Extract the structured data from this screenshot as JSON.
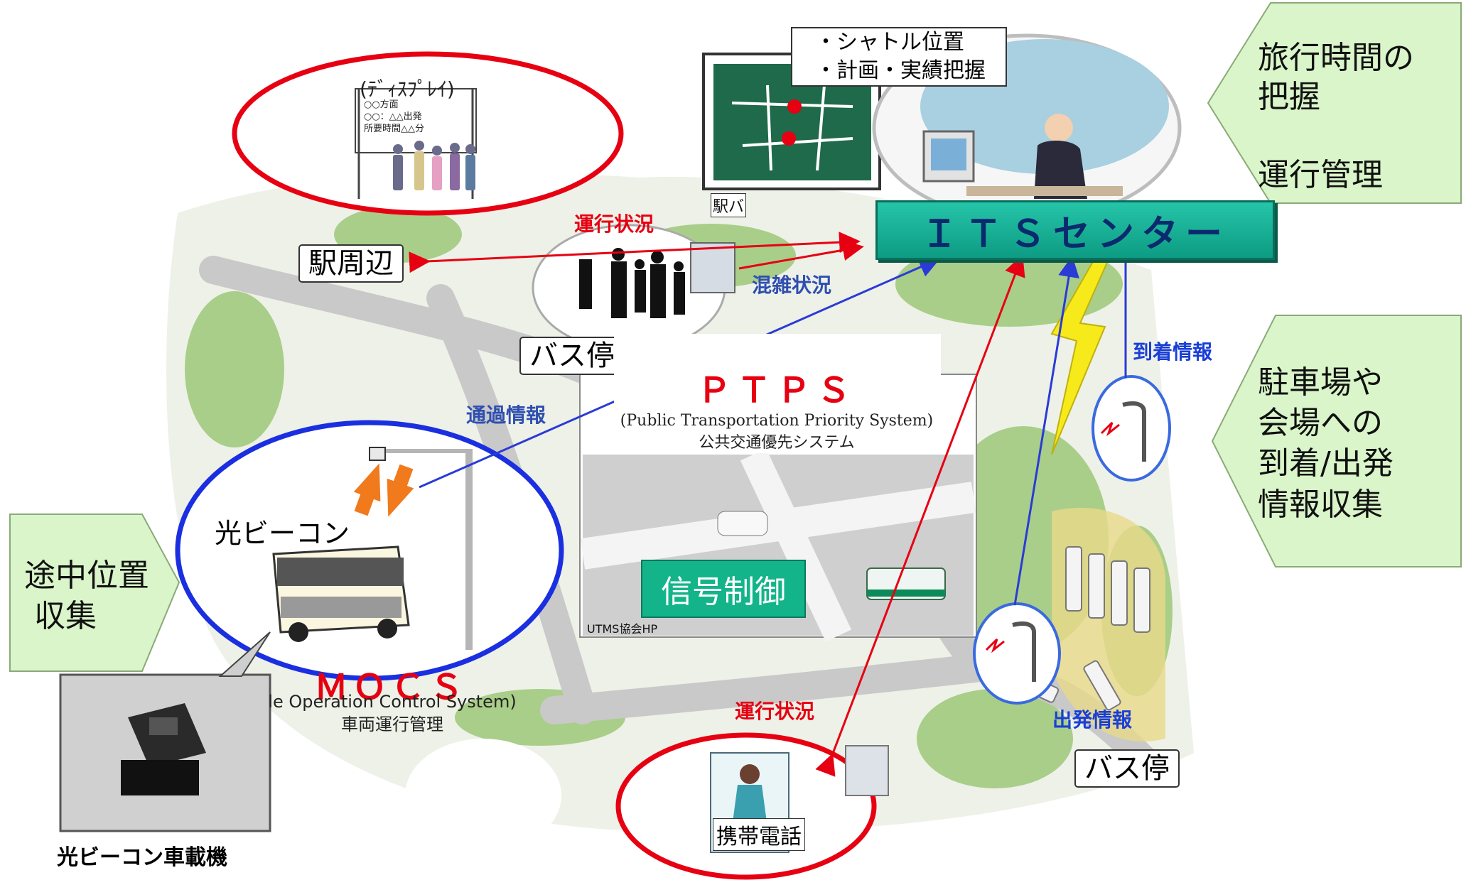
{
  "colors": {
    "red_arrow": "#e60012",
    "blue_arrow": "#2a3bd6",
    "callout_green": "#d9f5c9",
    "its_teal": "#14b48a"
  },
  "its_center": {
    "label": "ＩＴＳセンター"
  },
  "callouts": {
    "travel_time": "旅行時間の\n把握\n\n運行管理",
    "arrival_info": "駐車場や\n会場への\n到着/出発\n情報収集",
    "midway": "途中位置\n 収集"
  },
  "shuttle_box": {
    "line1": "・シャトル位置",
    "line2": "・計画・実績把握"
  },
  "display_sign": {
    "title": "(ﾃﾞｨｽﾌﾟﾚｲ)",
    "line1": "○○方面",
    "line2": "○○：△△出発",
    "line3": "所要時間△△分"
  },
  "places": {
    "station_area": "駅周辺",
    "bus_stop_top": "バス停",
    "bus_stop_bottom": "バス停",
    "station_bus_partial": "駅バ"
  },
  "flows": {
    "operation_status_top": "運行状況",
    "congestion": "混雑状況",
    "passing_info": "通過情報",
    "arrival_info": "到着情報",
    "departure_info": "出発情報",
    "operation_status_bottom": "運行状況"
  },
  "ptps": {
    "title": "ＰＴＰＳ",
    "subtitle": "(Public  Transportation Priority System)",
    "japanese": "公共交通優先システム",
    "source": "UTMS協会HP",
    "signal_control": "信号制御"
  },
  "mocs": {
    "title": "ＭＯＣＳ",
    "subtitle": "le Operation Control System)",
    "japanese": "車両運行管理"
  },
  "beacon": {
    "label": "光ビーコン"
  },
  "mobile": {
    "label": "携帯電話"
  },
  "onboard_caption": "光ビーコン車載機"
}
